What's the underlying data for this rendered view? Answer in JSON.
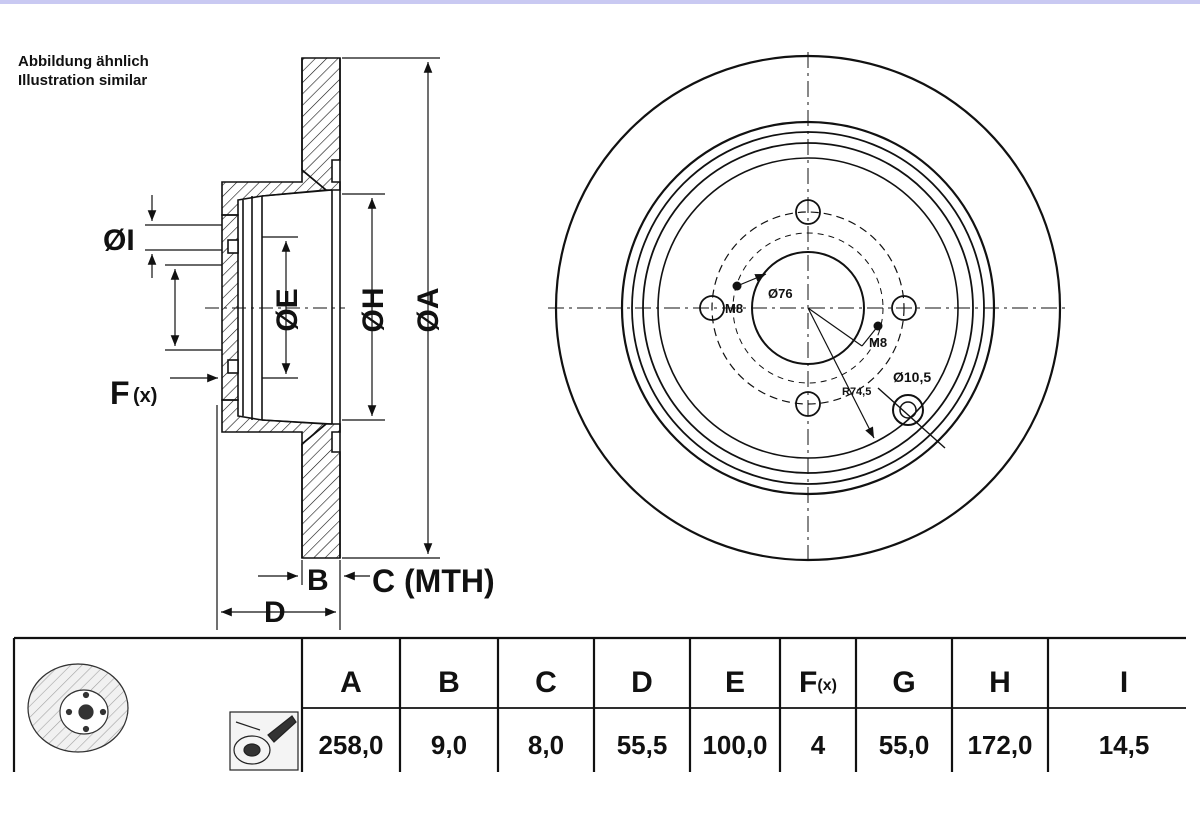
{
  "notes": {
    "line1": "Abbildung ähnlich",
    "line2": "Illustration similar"
  },
  "dimension_labels": {
    "I": "ØI",
    "E": "ØE",
    "H": "ØH",
    "A": "ØA",
    "F": "F",
    "F_suffix": "(x)",
    "B": "B",
    "C": "C (MTH)",
    "D": "D"
  },
  "face_labels": {
    "center_bore": "Ø76",
    "thread_left": "M8",
    "thread_right": "M8",
    "radius": "R74,5",
    "hole": "Ø10,5"
  },
  "table": {
    "columns": [
      "A",
      "B",
      "C",
      "D",
      "E",
      "F",
      "G",
      "H",
      "I"
    ],
    "f_suffix": "(x)",
    "values": [
      "258,0",
      "9,0",
      "8,0",
      "55,5",
      "100,0",
      "4",
      "55,0",
      "172,0",
      "14,5"
    ]
  },
  "colors": {
    "line": "#111111",
    "frame_top": "#c9c9f2"
  }
}
